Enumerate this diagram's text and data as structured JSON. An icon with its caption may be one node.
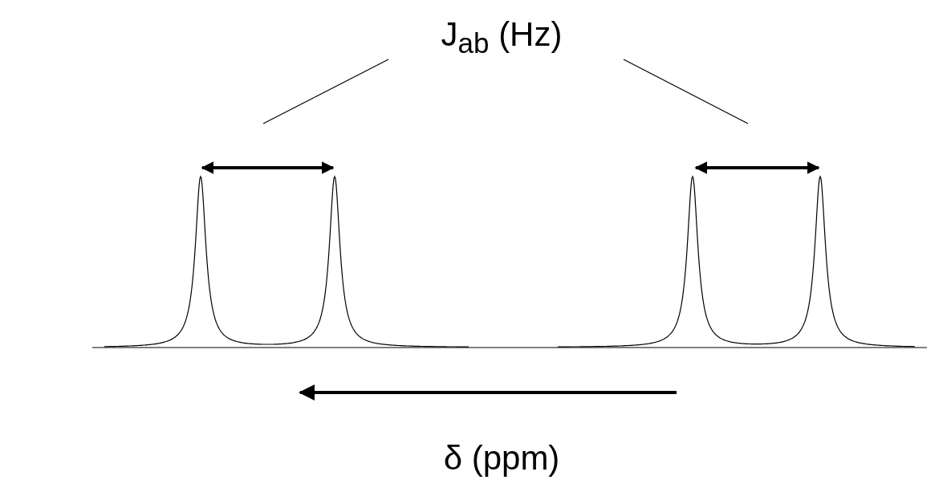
{
  "diagram": {
    "nodes": [
      {
        "text": [
          "J$_{ab}$ (Hz)"
        ]
      },
      {
        "text": [],
        "shape": "arrow"
      },
      {
        "text": [],
        "shape": "arrow"
      }
    ],
    "edges": [
      {
        "from": 0,
        "to": 1,
        "arrow": "none"
      },
      {
        "from": 0,
        "to": 2,
        "arrow": "none"
      }
    ],
    "labels": [
      "δ (ppm)"
    ]
  }
}
